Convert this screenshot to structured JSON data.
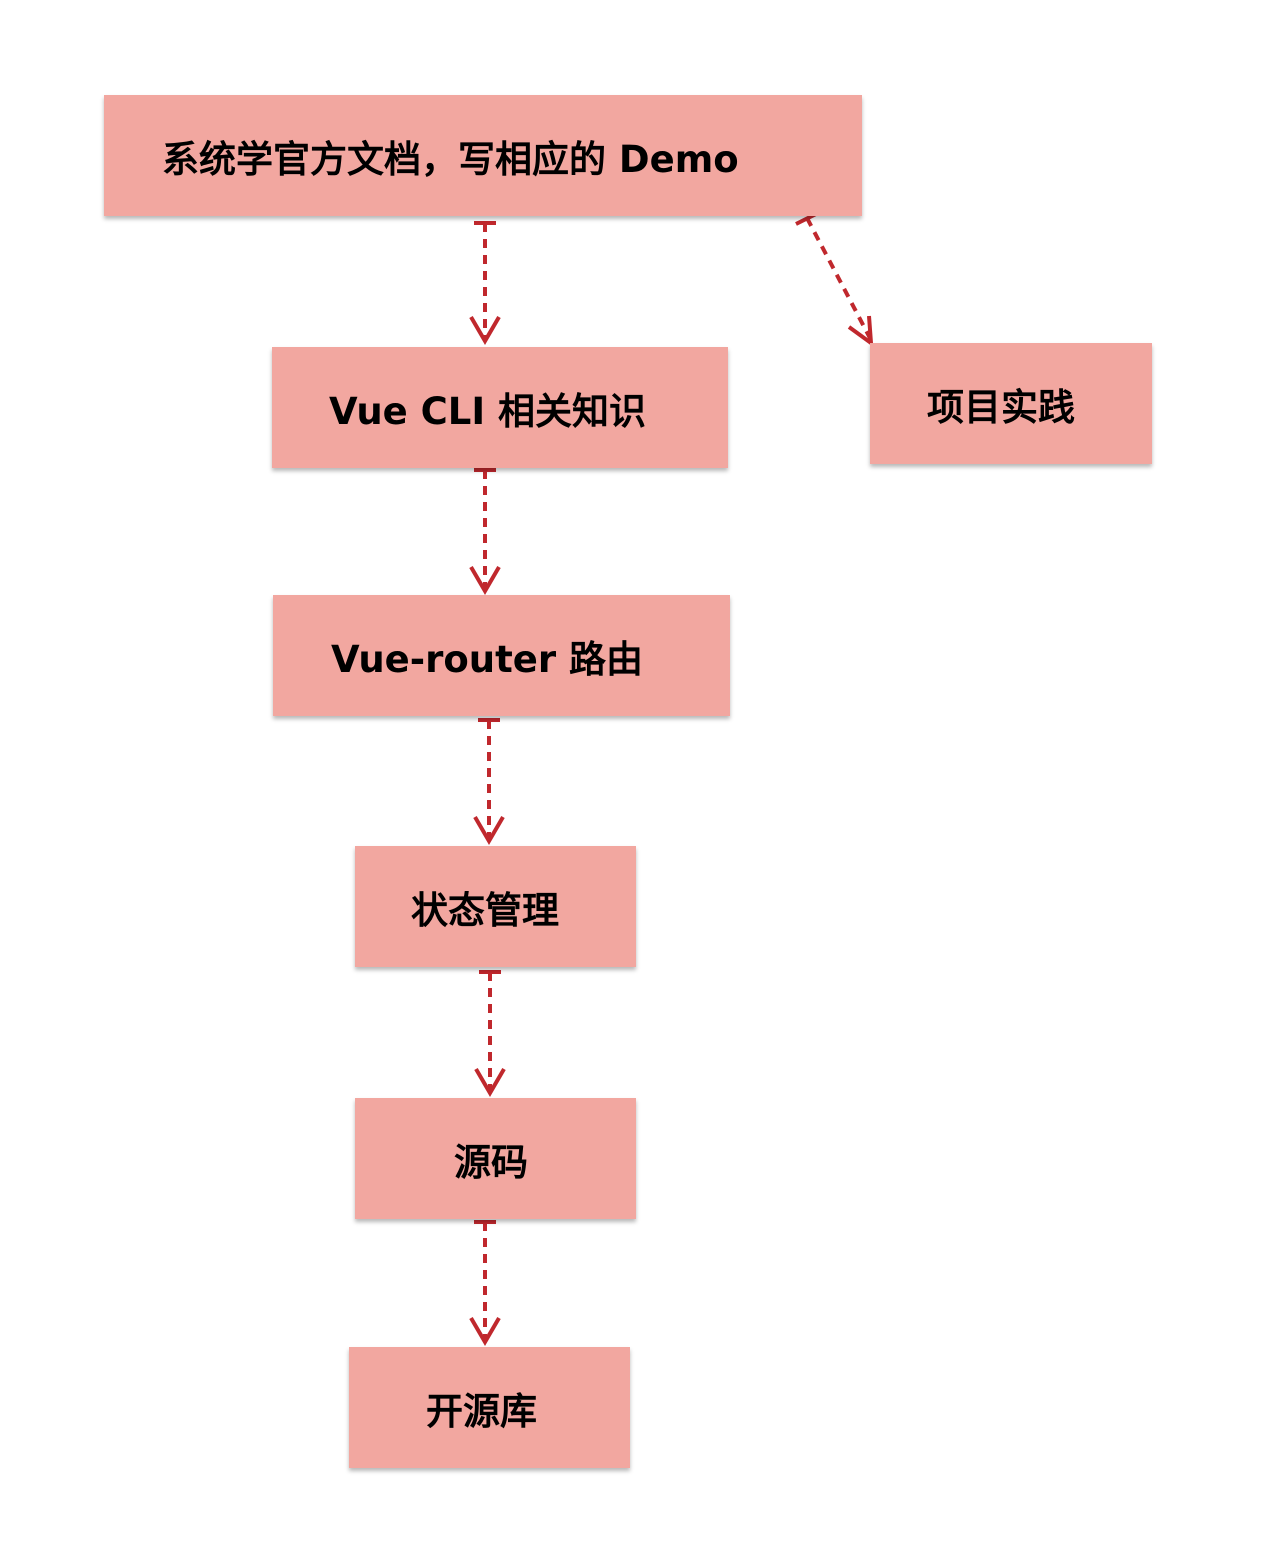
{
  "nodes": {
    "root": "系统学官方文档，写相应的 Demo",
    "cli": "Vue CLI 相关知识",
    "practice": "项目实践",
    "router": "Vue-router 路由",
    "state": "状态管理",
    "source": "源码",
    "oss": "开源库"
  },
  "edges": [
    {
      "from": "root",
      "to": "cli"
    },
    {
      "from": "root",
      "to": "practice"
    },
    {
      "from": "cli",
      "to": "router"
    },
    {
      "from": "router",
      "to": "state"
    },
    {
      "from": "state",
      "to": "source"
    },
    {
      "from": "source",
      "to": "oss"
    }
  ],
  "colors": {
    "node_fill": "#f2a7a0",
    "edge": "#c0282d",
    "text": "#000000"
  }
}
